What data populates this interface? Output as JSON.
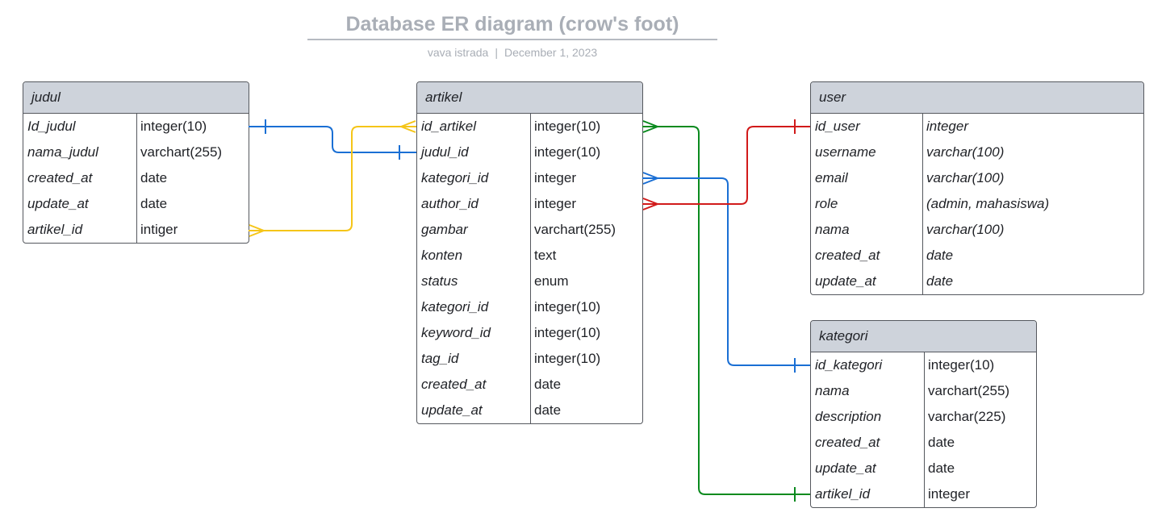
{
  "header": {
    "title": "Database ER diagram (crow's foot)",
    "author": "vava istrada",
    "separator": "|",
    "date": "December 1, 2023"
  },
  "entities": {
    "judul": {
      "name": "judul",
      "fields": [
        {
          "name": "Id_judul",
          "type": "integer(10)"
        },
        {
          "name": "nama_judul",
          "type": "varchart(255)"
        },
        {
          "name": "created_at",
          "type": "date"
        },
        {
          "name": "update_at",
          "type": "date"
        },
        {
          "name": "artikel_id",
          "type": "intiger"
        }
      ]
    },
    "artikel": {
      "name": "artikel",
      "fields": [
        {
          "name": "id_artikel",
          "type": "integer(10)"
        },
        {
          "name": "judul_id",
          "type": "integer(10)"
        },
        {
          "name": "kategori_id",
          "type": "integer"
        },
        {
          "name": "author_id",
          "type": "integer"
        },
        {
          "name": "gambar",
          "type": "varchart(255)"
        },
        {
          "name": "konten",
          "type": "text"
        },
        {
          "name": "status",
          "type": "enum"
        },
        {
          "name": "kategori_id",
          "type": "integer(10)"
        },
        {
          "name": "keyword_id",
          "type": "integer(10)"
        },
        {
          "name": "tag_id",
          "type": "integer(10)"
        },
        {
          "name": "created_at",
          "type": "date"
        },
        {
          "name": "update_at",
          "type": "date"
        }
      ]
    },
    "user": {
      "name": "user",
      "fields": [
        {
          "name": "id_user",
          "type": "integer"
        },
        {
          "name": "username",
          "type": "varchar(100)"
        },
        {
          "name": "email",
          "type": "varchar(100)"
        },
        {
          "name": "role",
          "type": "(admin, mahasiswa)"
        },
        {
          "name": "nama",
          "type": "varchar(100)"
        },
        {
          "name": "created_at",
          "type": "date"
        },
        {
          "name": "update_at",
          "type": "date"
        }
      ]
    },
    "kategori": {
      "name": "kategori",
      "fields": [
        {
          "name": "id_kategori",
          "type": "integer(10)"
        },
        {
          "name": "nama",
          "type": "varchart(255)"
        },
        {
          "name": "description",
          "type": "varchar(225)"
        },
        {
          "name": "created_at",
          "type": "date"
        },
        {
          "name": "update_at",
          "type": "date"
        },
        {
          "name": "artikel_id",
          "type": "integer"
        }
      ]
    }
  },
  "relationships": [
    {
      "from": "judul.Id_judul",
      "to": "artikel.judul_id",
      "from_end": "one",
      "to_end": "one",
      "color": "#1a6fd4"
    },
    {
      "from": "judul.artikel_id",
      "to": "artikel.id_artikel",
      "from_end": "many",
      "to_end": "many",
      "color": "#f5c518"
    },
    {
      "from": "artikel.id_artikel",
      "to": "kategori.artikel_id",
      "from_end": "many",
      "to_end": "one",
      "color": "#0a8a1e"
    },
    {
      "from": "artikel.kategori_id",
      "to": "kategori.id_kategori",
      "from_end": "many",
      "to_end": "one",
      "color": "#1a6fd4"
    },
    {
      "from": "artikel.author_id",
      "to": "user.id_user",
      "from_end": "many",
      "to_end": "one",
      "color": "#d11a1a"
    }
  ]
}
